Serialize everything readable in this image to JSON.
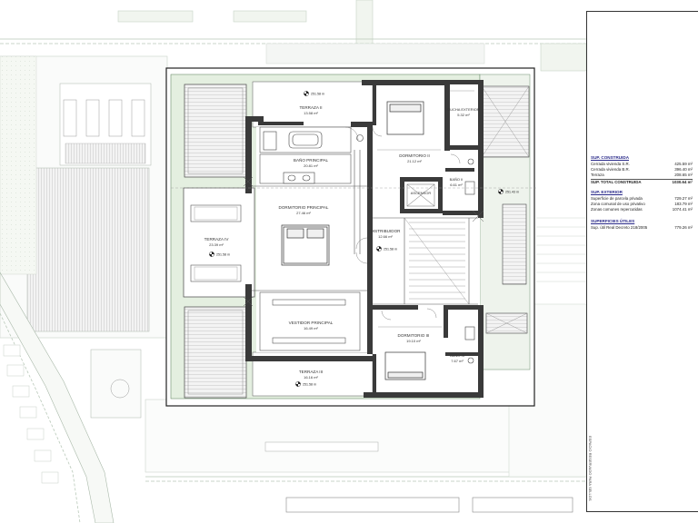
{
  "rooms": {
    "terraza_ii": {
      "name": "TERRAZA II",
      "area": "13.58 m²"
    },
    "bano_principal": {
      "name": "BAÑO PRINCIPAL",
      "area": "20.81 m²"
    },
    "dormitorio_principal": {
      "name": "DORMITORIO PRINCIPAL",
      "area": "27.46 m²"
    },
    "vestidor_principal": {
      "name": "VESTIDOR PRINCIPAL",
      "area": "16.49 m²"
    },
    "terraza_iii_bottom": {
      "name": "TERRAZA III",
      "area": "16.16 m²"
    },
    "terraza_iv": {
      "name": "TERRAZA IV",
      "area": "23.39 m²"
    },
    "distribuidor": {
      "name": "DISTRIBUIDOR",
      "area": "12.66 m²"
    },
    "dormitorio_ii": {
      "name": "DORMITORIO II",
      "area": "21.12 m²"
    },
    "ducha_exterior": {
      "name": "DUCHA EXTERIOR",
      "area": "5.32 m²"
    },
    "bano_ii": {
      "name": "BAÑO II",
      "area": "6.61 m²"
    },
    "ascensor": {
      "name": "ASCENSOR",
      "area": ""
    },
    "dormitorio_iii": {
      "name": "DORMITORIO III",
      "area": "19.10 m²"
    },
    "bano_iii": {
      "name": "BAÑO III",
      "area": "7.67 m²"
    }
  },
  "levels": {
    "top": "251.58 m",
    "right": "251.43 m",
    "left": "251.58 m",
    "center": "251.58 m",
    "bottom": "251.58 m"
  },
  "legend": {
    "construida": {
      "title": "SUP. CONSTRUIDA",
      "rows": [
        {
          "label": "Cerrada vivienda S.R.",
          "value": "425.59 m²"
        },
        {
          "label": "Cerrada vivienda B.R.",
          "value": "396.40 m²"
        },
        {
          "label": "Terraza",
          "value": "208.65 m²"
        }
      ],
      "total": {
        "label": "SUP. TOTAL CONSTRUIDA",
        "value": "1030.64 m²"
      }
    },
    "exterior": {
      "title": "SUP. EXTERIOR",
      "rows": [
        {
          "label": "Superficie de parcela privada",
          "value": "729.27 m²"
        },
        {
          "label": "Zona comunal de uso privativo",
          "value": "183.79 m²"
        },
        {
          "label": "Zonas comunes repercutidas",
          "value": "1074.41 m²"
        }
      ]
    },
    "utiles": {
      "title": "SUPERFICIES ÚTILES",
      "rows": [
        {
          "label": "Sup. útil Real Decreto 218/2005",
          "value": "779.26 m²"
        }
      ]
    },
    "vertical_note": "ESPACIO RESERVADO PARA SELLOS"
  },
  "colors": {
    "terrace_green": "#e4efe0",
    "wall": "#3a3a3a",
    "site_line": "#b9c9b9"
  }
}
